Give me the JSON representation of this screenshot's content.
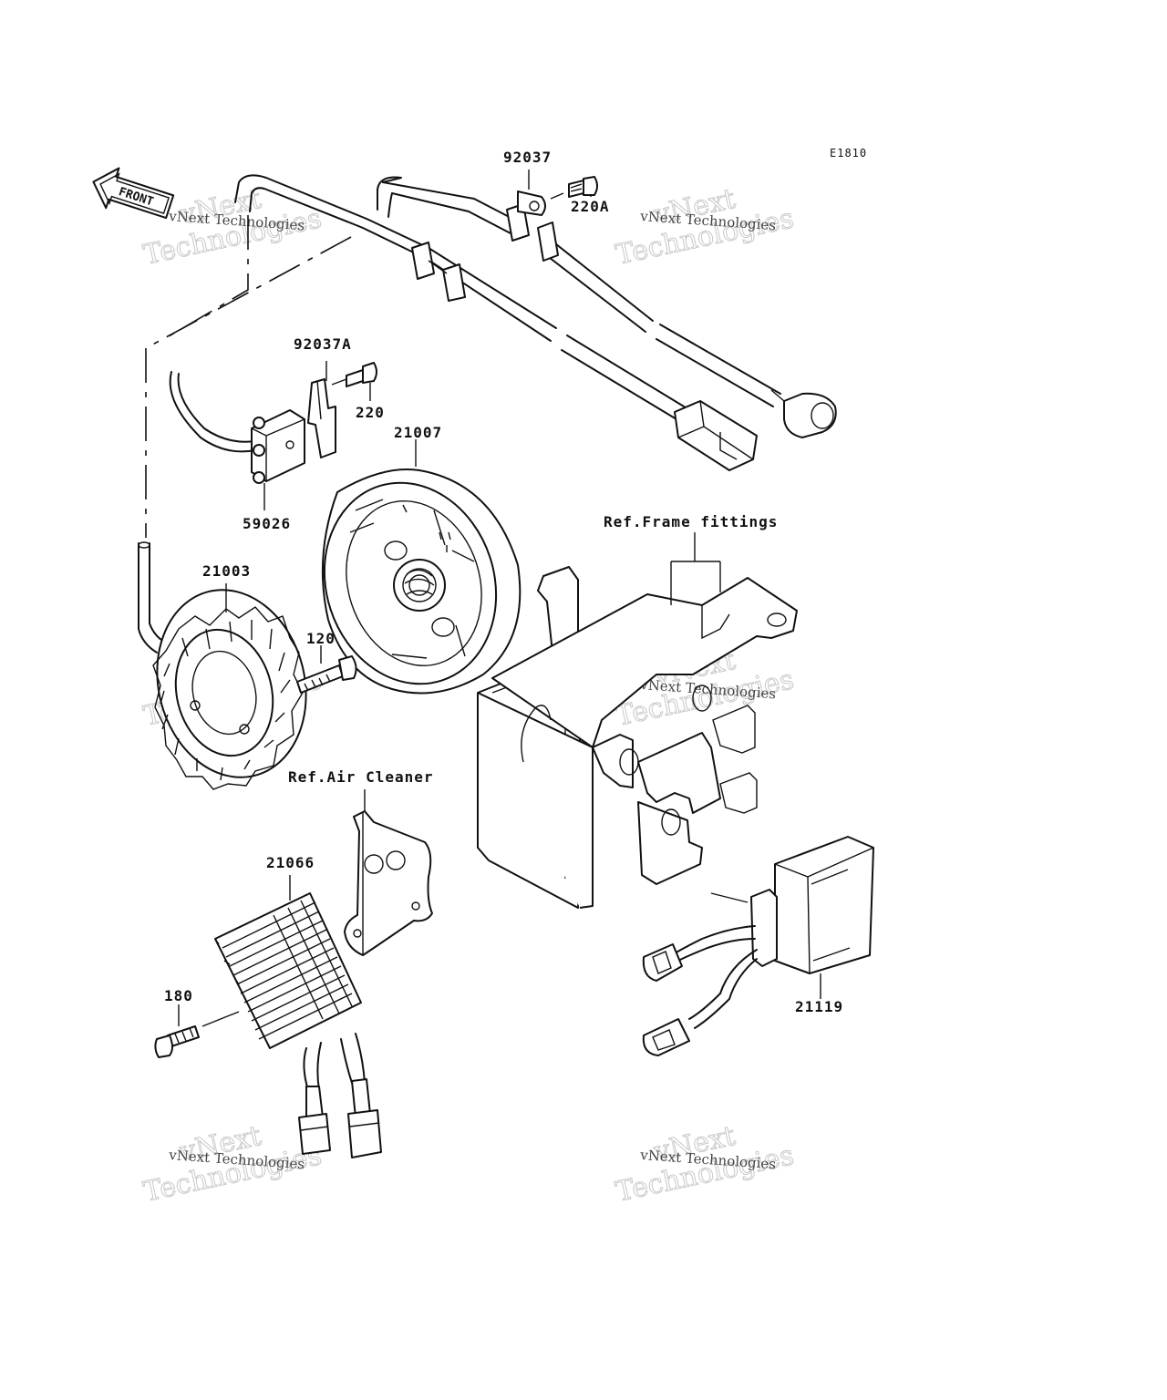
{
  "diagram": {
    "code": "E1810",
    "front_label": "FRONT",
    "callouts": {
      "p92037": "92037",
      "p220A": "220A",
      "p92037A": "92037A",
      "p220": "220",
      "p21007": "21007",
      "p59026": "59026",
      "p21003": "21003",
      "p120": "120",
      "ref_frame": "Ref.Frame fittings",
      "ref_air": "Ref.Air Cleaner",
      "p21066": "21066",
      "p180": "180",
      "p21119": "21119"
    },
    "watermark": {
      "line1": "vNext Technologies",
      "line2": "vNext",
      "line3": "Technologies"
    }
  }
}
